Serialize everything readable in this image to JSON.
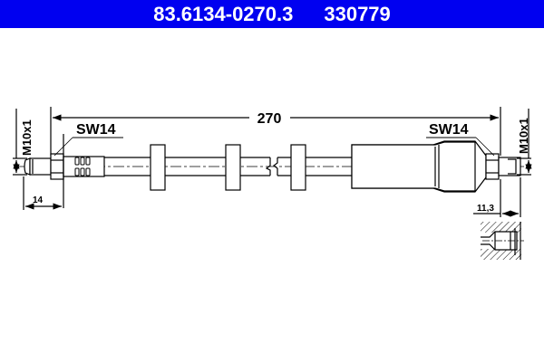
{
  "header": {
    "part_number": "83.6134-0270.3",
    "ref_number": "330779",
    "background_color": "#0000f0",
    "text_color": "#ffffff"
  },
  "drawing": {
    "overall_length": "270",
    "left_fitting": {
      "wrench_size": "SW14",
      "thread": "M10x1",
      "thread_length": "14"
    },
    "right_fitting": {
      "wrench_size": "SW14",
      "thread": "M10x1",
      "thread_length": "11,3"
    },
    "line_color": "#000000"
  }
}
